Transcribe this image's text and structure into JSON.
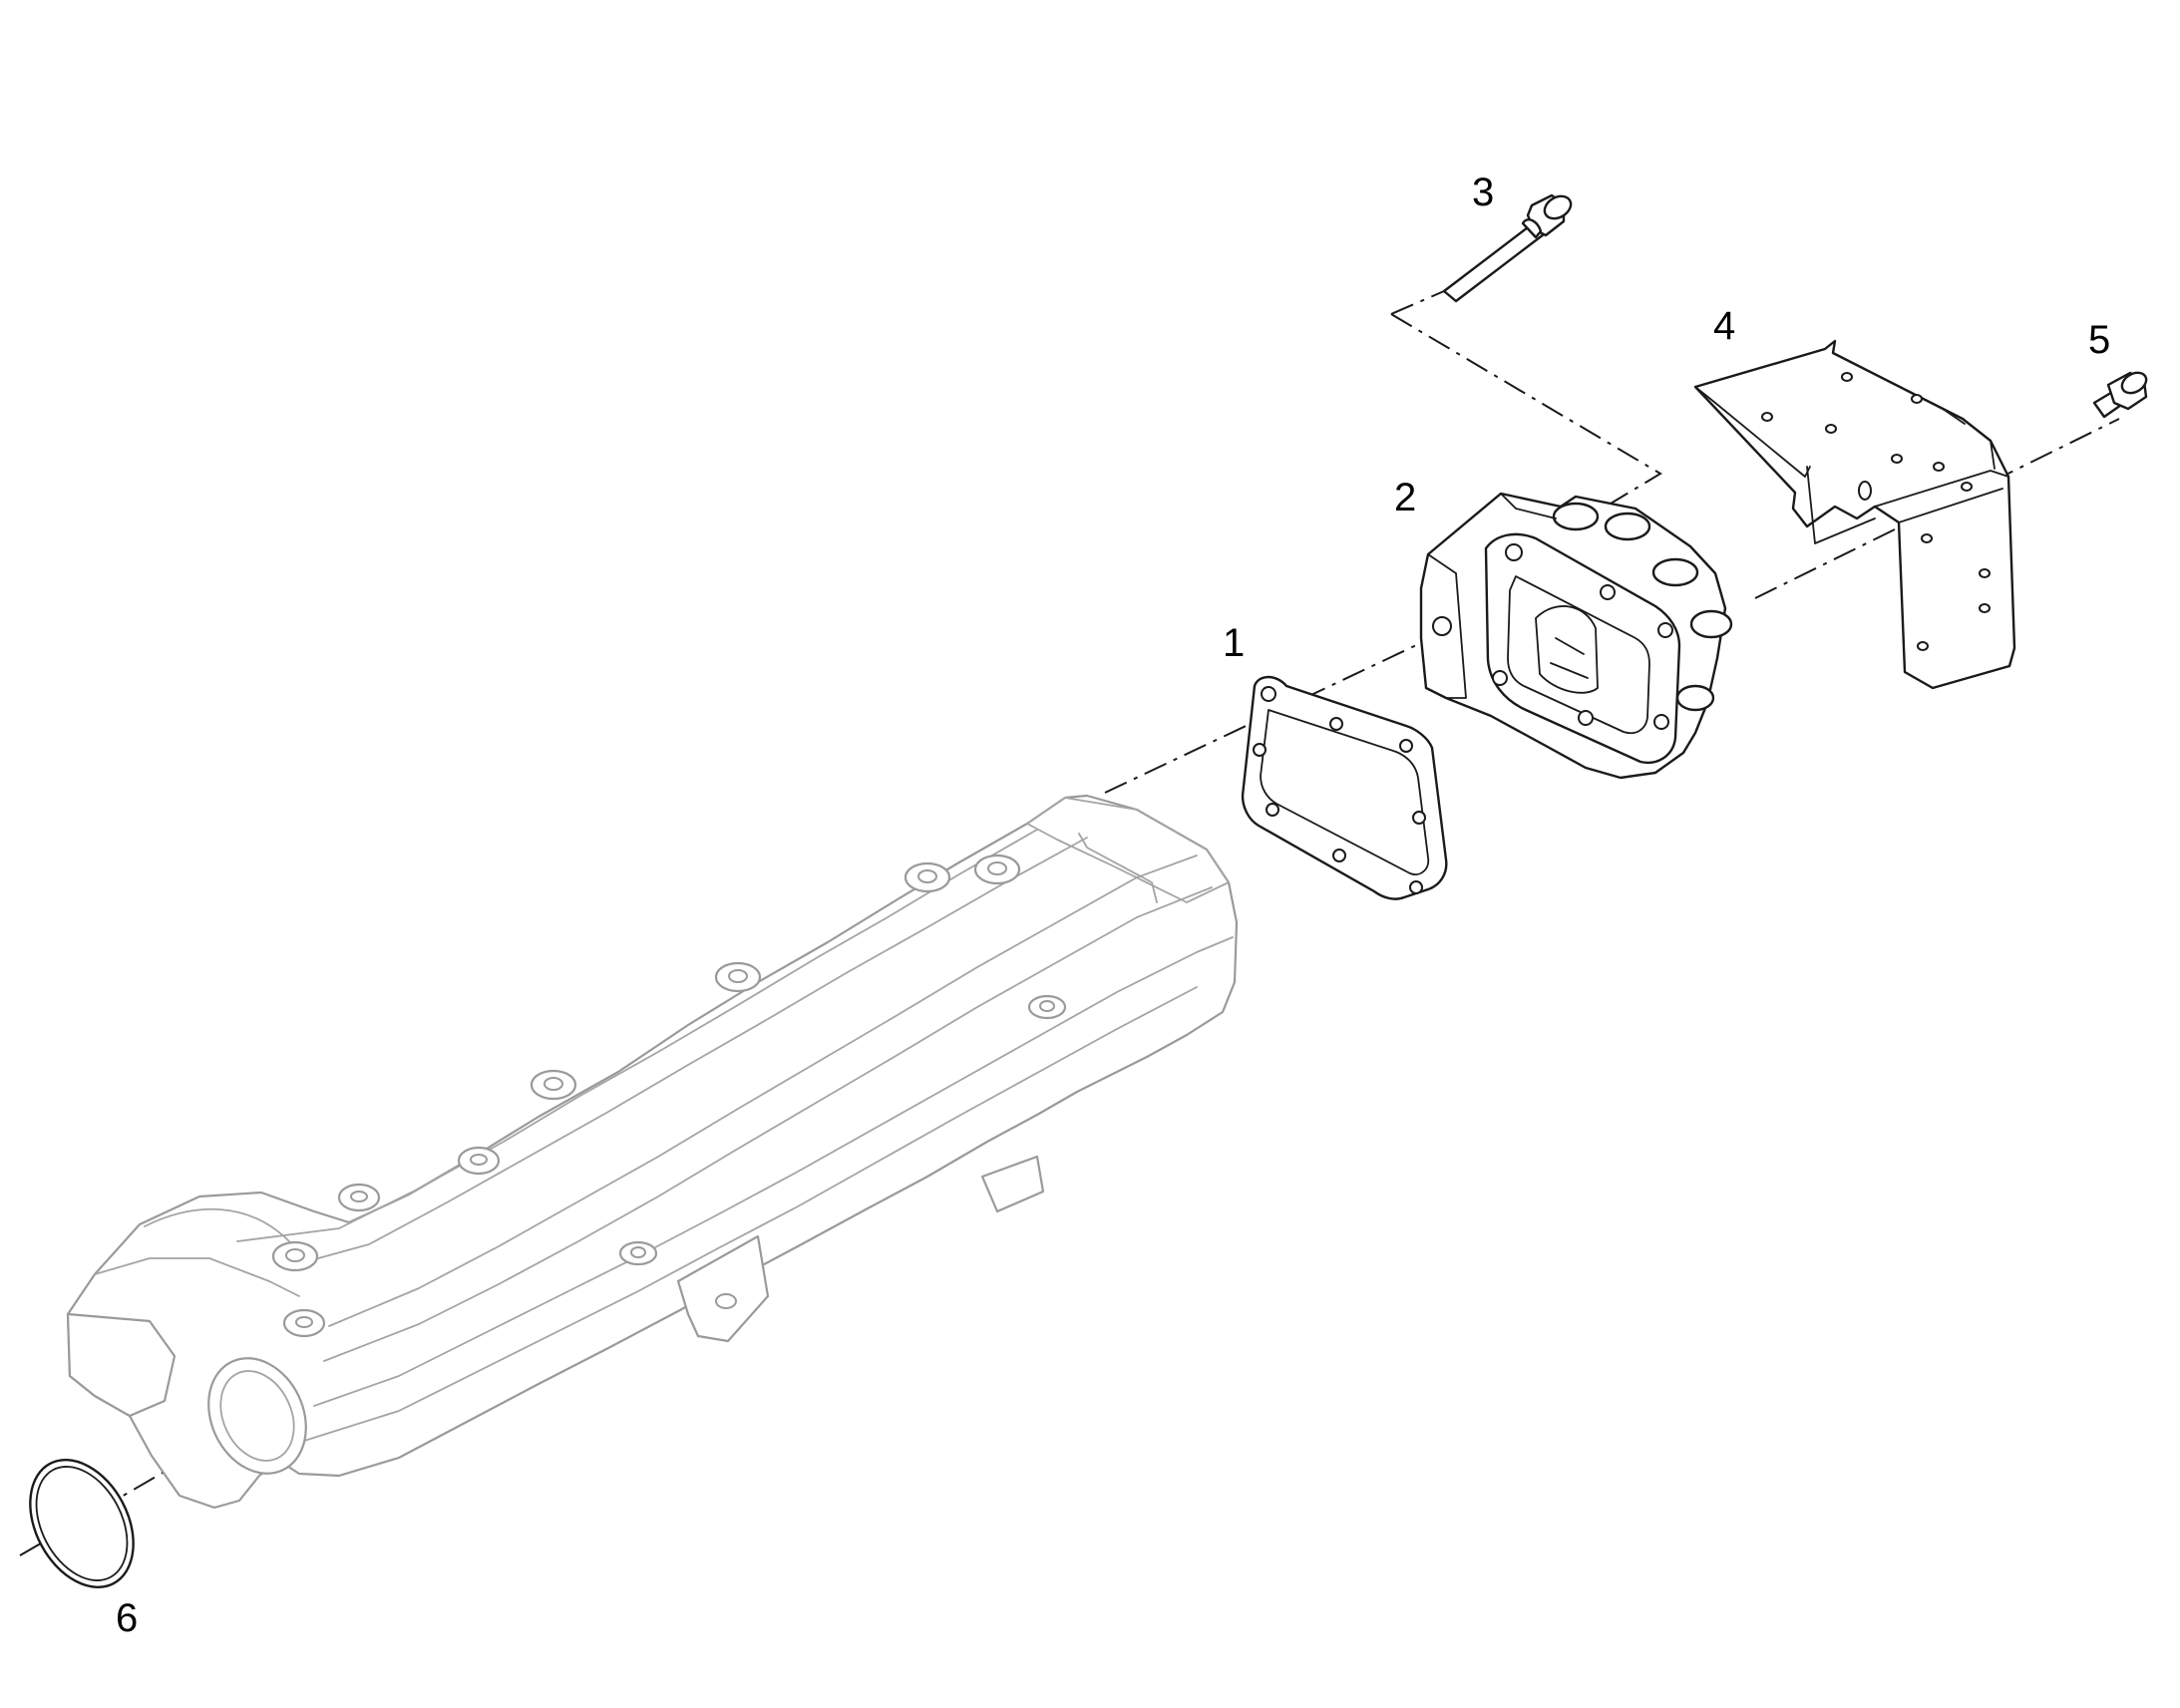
{
  "callouts": [
    {
      "id": "1",
      "label": "1"
    },
    {
      "id": "2",
      "label": "2"
    },
    {
      "id": "3",
      "label": "3"
    },
    {
      "id": "4",
      "label": "4"
    },
    {
      "id": "5",
      "label": "5"
    },
    {
      "id": "6",
      "label": "6"
    }
  ],
  "colors": {
    "line": "#1a1a1a",
    "ghost_line": "#9a9a9a",
    "background": "#ffffff"
  },
  "icons": [
    "manifold-housing",
    "gasket",
    "thermostat-housing",
    "bolt",
    "bracket",
    "flange-bolt",
    "o-ring"
  ]
}
